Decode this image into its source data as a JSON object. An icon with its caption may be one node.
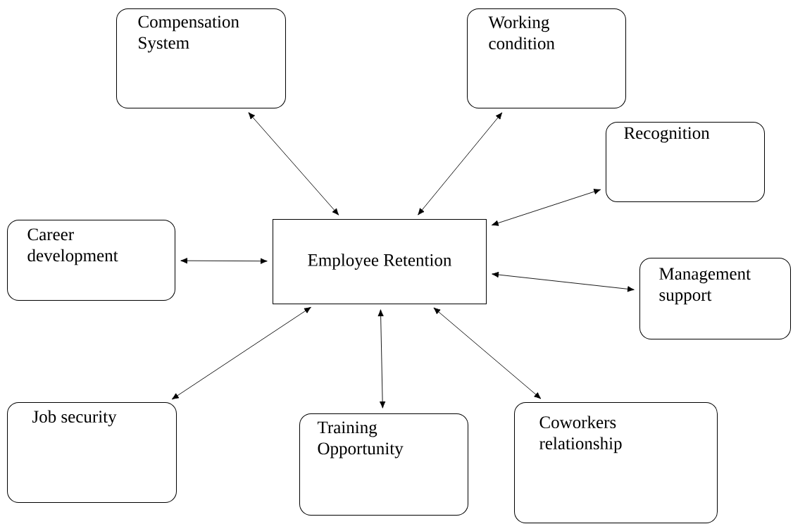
{
  "diagram": {
    "nodes": [
      {
        "text": [
          "Employee Retention"
        ]
      },
      {
        "text": [
          "Compensation System"
        ]
      },
      {
        "text": [
          "Working condition"
        ]
      },
      {
        "text": [
          "Recognition"
        ]
      },
      {
        "text": [
          "Career development"
        ]
      },
      {
        "text": [
          "Management support"
        ]
      },
      {
        "text": [
          "Job security"
        ]
      },
      {
        "text": [
          "Training Opportunity"
        ]
      },
      {
        "text": [
          "Coworkers relationship"
        ]
      }
    ],
    "edges": [
      {
        "from": 0,
        "to": 1,
        "arrow": "both"
      },
      {
        "from": 0,
        "to": 2,
        "arrow": "both"
      },
      {
        "from": 0,
        "to": 3,
        "arrow": "both"
      },
      {
        "from": 0,
        "to": 4,
        "arrow": "both"
      },
      {
        "from": 0,
        "to": 5,
        "arrow": "both"
      },
      {
        "from": 0,
        "to": 6,
        "arrow": "both"
      },
      {
        "from": 0,
        "to": 7,
        "arrow": "both"
      },
      {
        "from": 0,
        "to": 8,
        "arrow": "both"
      }
    ]
  }
}
